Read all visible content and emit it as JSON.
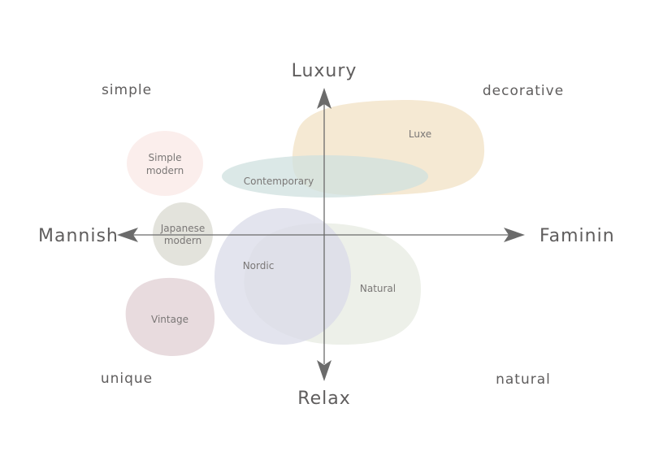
{
  "axes": {
    "top": "Luxury",
    "bottom": "Relax",
    "left": "Mannish",
    "right": "Faminin"
  },
  "corners": {
    "top_left": "simple",
    "top_right": "decorative",
    "bottom_left": "unique",
    "bottom_right": "natural"
  },
  "styles": {
    "luxe": {
      "label": "Luxe",
      "color": "#f3e3c8"
    },
    "contemporary": {
      "label": "Contemporary",
      "color": "#cfe0df"
    },
    "simple_modern": {
      "lines": [
        "Simple",
        "modern"
      ],
      "color": "#fbecea"
    },
    "japanese_modern": {
      "lines": [
        "Japanese",
        "modern"
      ],
      "color": "#e1e1da"
    },
    "nordic": {
      "label": "Nordic",
      "color": "#d9dbe8"
    },
    "natural_style": {
      "label": "Natural",
      "color": "#e9ece3"
    },
    "vintage": {
      "label": "Vintage",
      "color": "#e7d9dc"
    }
  },
  "colors": {
    "axis": "#6b6b6b",
    "text": "#5f5d5d"
  }
}
